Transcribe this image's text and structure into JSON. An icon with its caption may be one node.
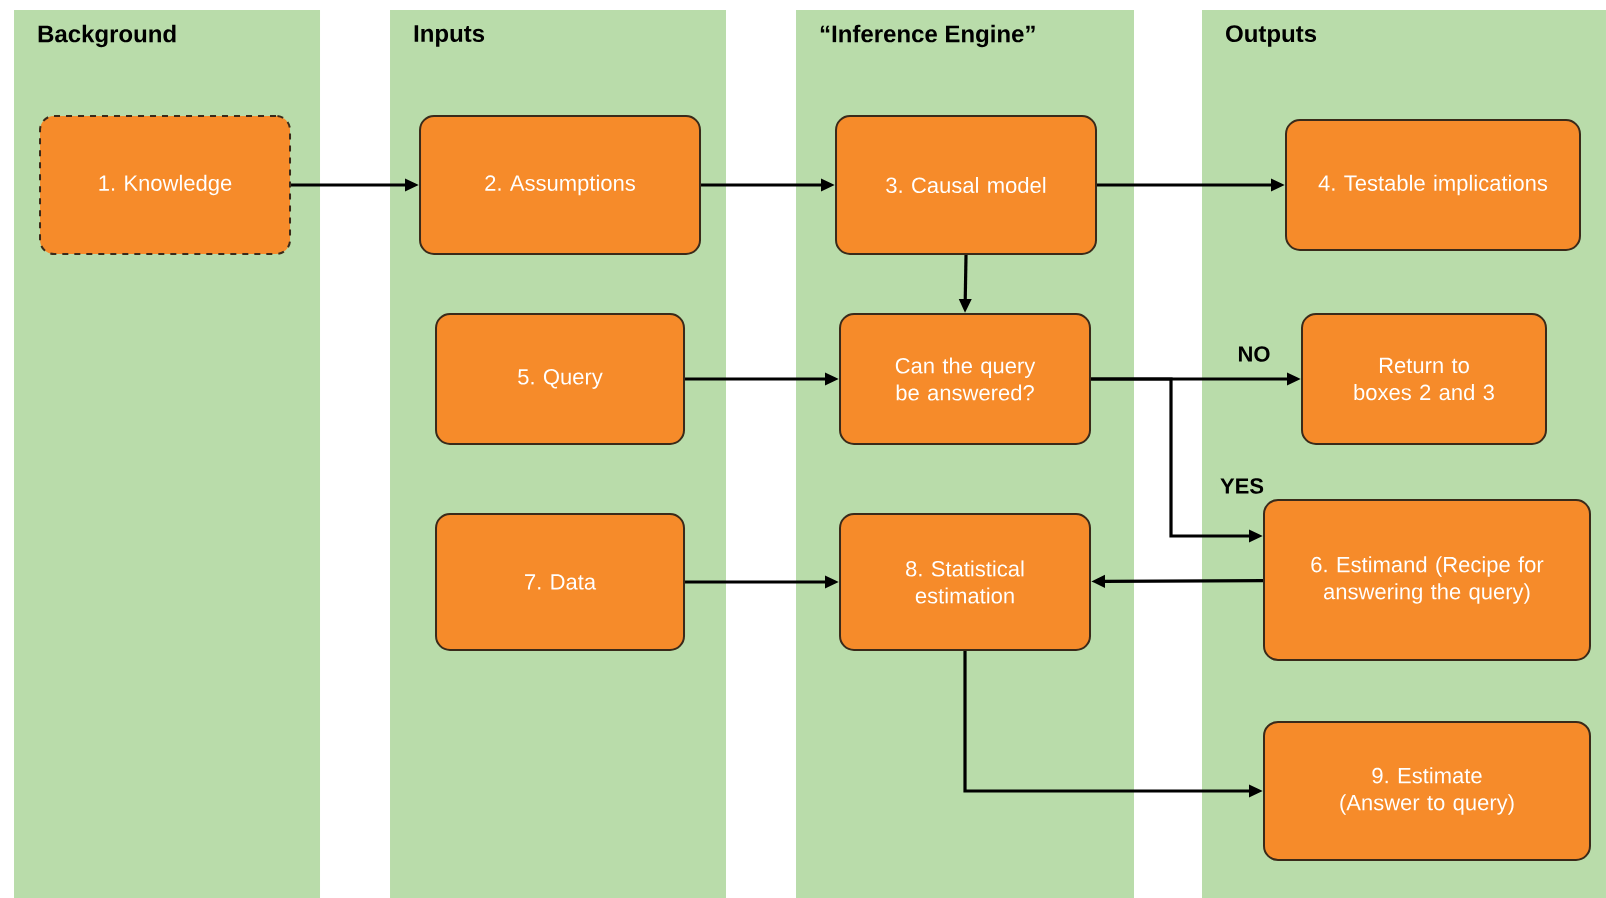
{
  "diagram": {
    "nodes": [
      {
        "text": [
          "Background"
        ]
      },
      {
        "text": [
          "Inputs"
        ]
      },
      {
        "text": [
          "“Inference Engine”"
        ]
      },
      {
        "text": [
          "Outputs"
        ]
      },
      {
        "text": [
          "1. Knowledge"
        ],
        "in": 0
      },
      {
        "text": [
          "2. Assumptions"
        ],
        "in": 1
      },
      {
        "text": [
          "3. Causal model"
        ],
        "in": 2
      },
      {
        "text": [
          "4. Testable implications"
        ],
        "in": 3
      },
      {
        "text": [
          "5. Query"
        ],
        "in": 1
      },
      {
        "text": [
          "Can the query be answered?"
        ],
        "in": 2
      },
      {
        "text": [
          "Return to boxes 2 and 3"
        ],
        "in": 3
      },
      {
        "text": [
          "7. Data"
        ],
        "in": 1
      },
      {
        "text": [
          "8. Statistical estimation"
        ],
        "in": 2
      },
      {
        "text": [
          "6. Estimand (Recipe for answering the query)"
        ],
        "in": 3
      },
      {
        "text": [
          "9. Estimate (Answer to query)"
        ],
        "in": 3
      }
    ],
    "edges": [
      {
        "from": 4,
        "to": 5,
        "arrow": "to"
      },
      {
        "from": 5,
        "to": 6,
        "arrow": "to"
      },
      {
        "from": 6,
        "to": 7,
        "arrow": "to"
      },
      {
        "from": 6,
        "to": 9,
        "arrow": "to"
      },
      {
        "from": 8,
        "to": 9,
        "arrow": "to"
      },
      {
        "from": 9,
        "to": 10,
        "arrow": "to",
        "label": "NO"
      },
      {
        "from": 9,
        "to": 13,
        "arrow": "to",
        "label": "YES"
      },
      {
        "from": 11,
        "to": 12,
        "arrow": "to"
      },
      {
        "from": 13,
        "to": 12,
        "arrow": "to"
      },
      {
        "from": 12,
        "to": 14,
        "arrow": "to"
      }
    ]
  }
}
